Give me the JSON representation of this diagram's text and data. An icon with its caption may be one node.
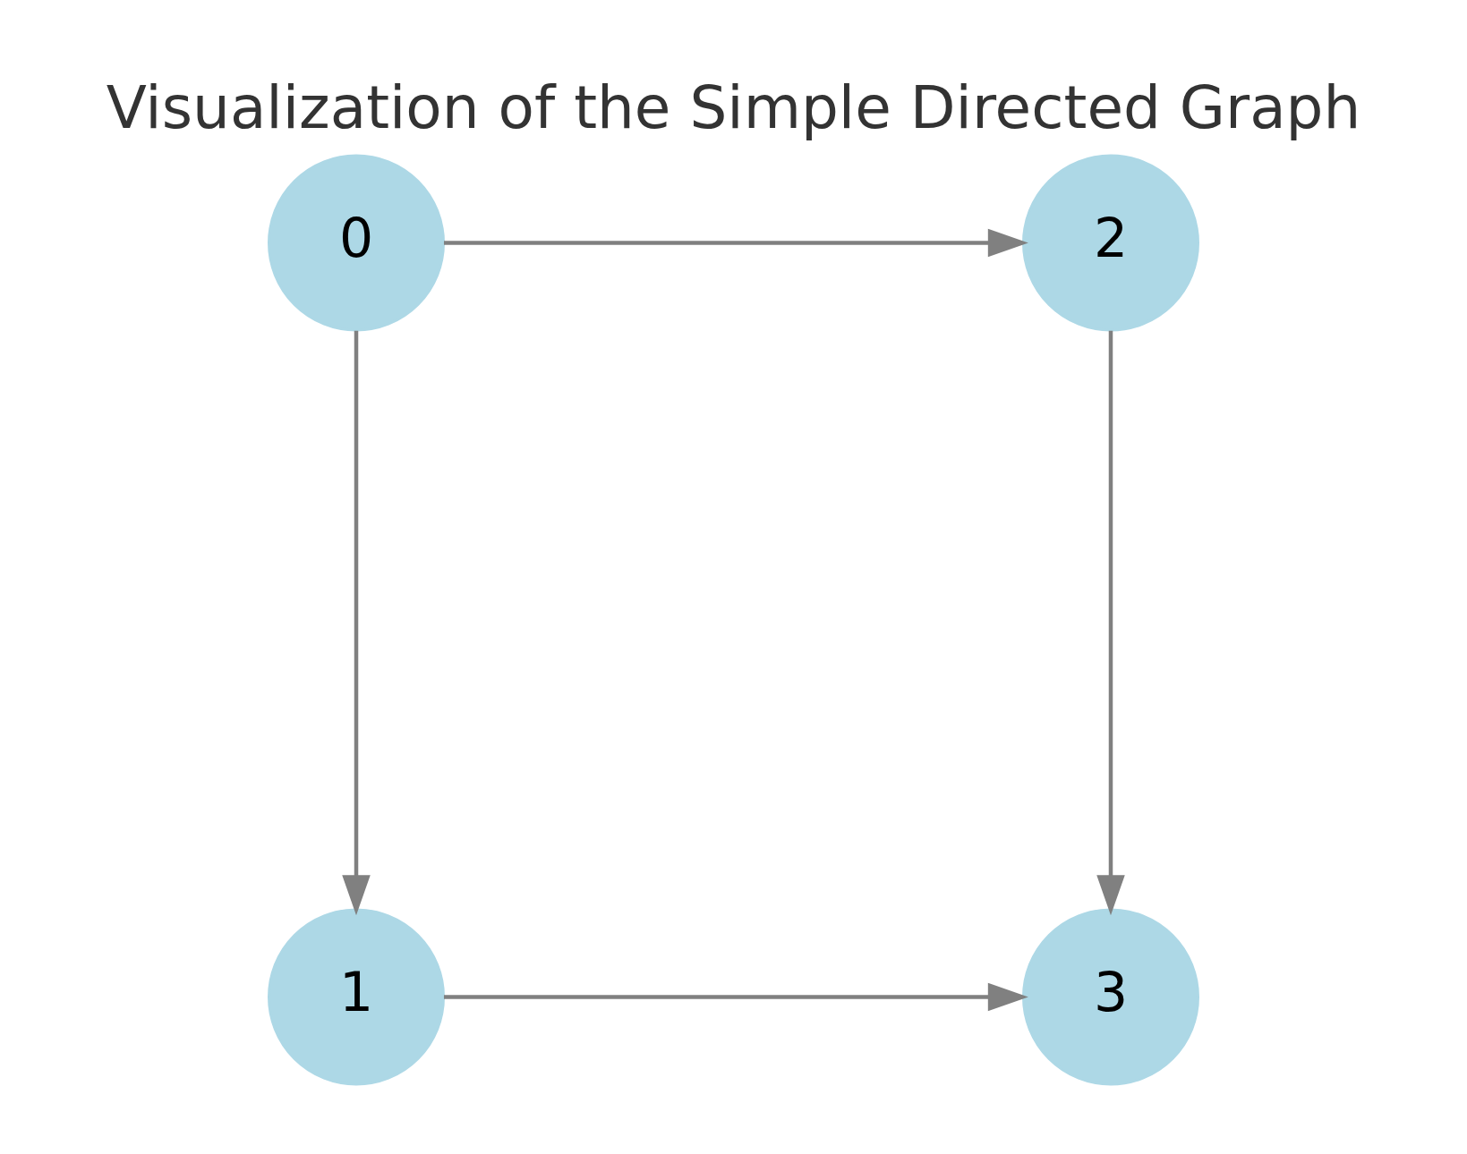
{
  "diagram": {
    "title": "Visualization of the Simple Directed Graph",
    "nodes": [
      {
        "text": [
          "0"
        ]
      },
      {
        "text": [
          "1"
        ]
      },
      {
        "text": [
          "2"
        ]
      },
      {
        "text": [
          "3"
        ]
      }
    ],
    "edges": [
      {
        "from": 0,
        "to": 1,
        "arrow": "to"
      },
      {
        "from": 0,
        "to": 2,
        "arrow": "to"
      },
      {
        "from": 1,
        "to": 3,
        "arrow": "to"
      },
      {
        "from": 2,
        "to": 3,
        "arrow": "to"
      }
    ]
  }
}
